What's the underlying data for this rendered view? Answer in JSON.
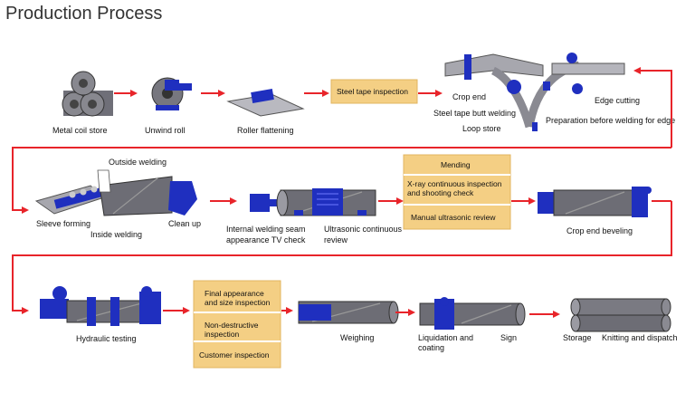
{
  "title": "Production Process",
  "colors": {
    "arrow": "#e8242a",
    "machine": "#1f2fbf",
    "pipe": "#6d6d75",
    "panel": "#f4cf84",
    "panel_border": "#e2b460"
  },
  "steps": {
    "metal_coil_store": "Metal coil store",
    "unwind_roll": "Unwind roll",
    "roller_flattening": "Roller flattening",
    "steel_tape_inspection": "Steel tape inspection",
    "crop_end": "Crop end",
    "steel_tape_butt_welding": "Steel tape butt welding",
    "loop_store": "Loop store",
    "edge_cutting": "Edge cutting",
    "preparation_before_welding": "Preparation before welding for edge",
    "outside_welding": "Outside welding",
    "sleeve_forming": "Sleeve forming",
    "inside_welding": "Inside welding",
    "clean_up": "Clean up",
    "internal_welding_seam_1": "Internal welding seam",
    "internal_welding_seam_2": "appearance TV check",
    "ultrasonic_continuous_1": "Ultrasonic continuous",
    "ultrasonic_continuous_2": "review",
    "mending": "Mending",
    "xray_1": "X-ray continuous inspection",
    "xray_2": "and shooting check",
    "manual_ultrasonic": "Manual ultrasonic review",
    "crop_end_beveling": "Crop end beveling",
    "hydraulic_testing": "Hydraulic testing",
    "final_appearance_1": "Final appearance",
    "final_appearance_2": "and size inspection",
    "non_destructive_1": "Non-destructive",
    "non_destructive_2": "inspection",
    "customer_inspection": "Customer inspection",
    "weighing": "Weighing",
    "liquidation_1": "Liquidation and",
    "liquidation_2": "coating",
    "sign": "Sign",
    "storage": "Storage",
    "knitting_dispatch": "Knitting and dispatch"
  }
}
